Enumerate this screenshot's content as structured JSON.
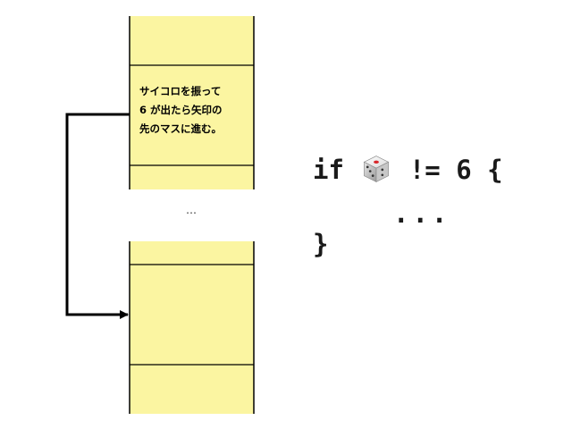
{
  "board": {
    "cell_instruction_lines": [
      "サイコロを振って",
      "6 が出たら矢印の",
      "先のマスに進む。"
    ],
    "gap_ellipsis": "…",
    "cell_fill": "#fbf5a1",
    "border_color": "#000000"
  },
  "code": {
    "line1_before": "if ",
    "line1_after": " != 6 {",
    "line2": "...",
    "line3": "}",
    "die_icon": "dice-icon"
  }
}
